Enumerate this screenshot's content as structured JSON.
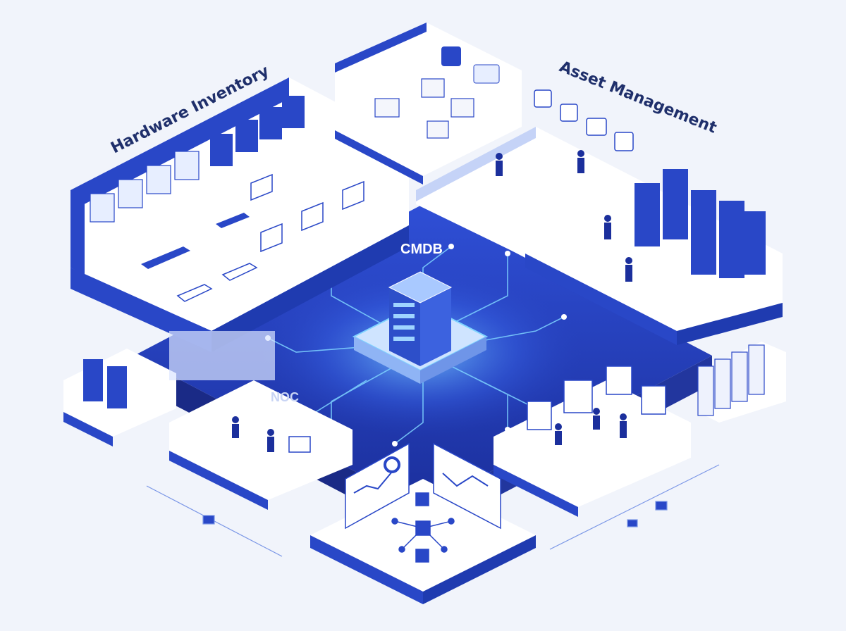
{
  "labels": {
    "hardware_inventory": "Hardware Inventory",
    "asset_management": "Asset Management",
    "cmdb": "CMDB",
    "noc": "NOC"
  },
  "colors": {
    "background": "#f1f4fb",
    "primary_blue": "#2947c7",
    "deep_blue": "#1b2f9c",
    "floor_white": "#ffffff",
    "light_blue": "#dbe5ff",
    "glow": "#7fd4ff",
    "label_text": "#1f2f6b"
  },
  "icons": [
    "server-rack-icon",
    "laptop-icon",
    "router-icon",
    "network-switch-icon",
    "cardboard-box-icon",
    "person-icon",
    "monitor-icon",
    "dashboard-chart-icon",
    "database-server-icon",
    "node-graph-icon"
  ]
}
